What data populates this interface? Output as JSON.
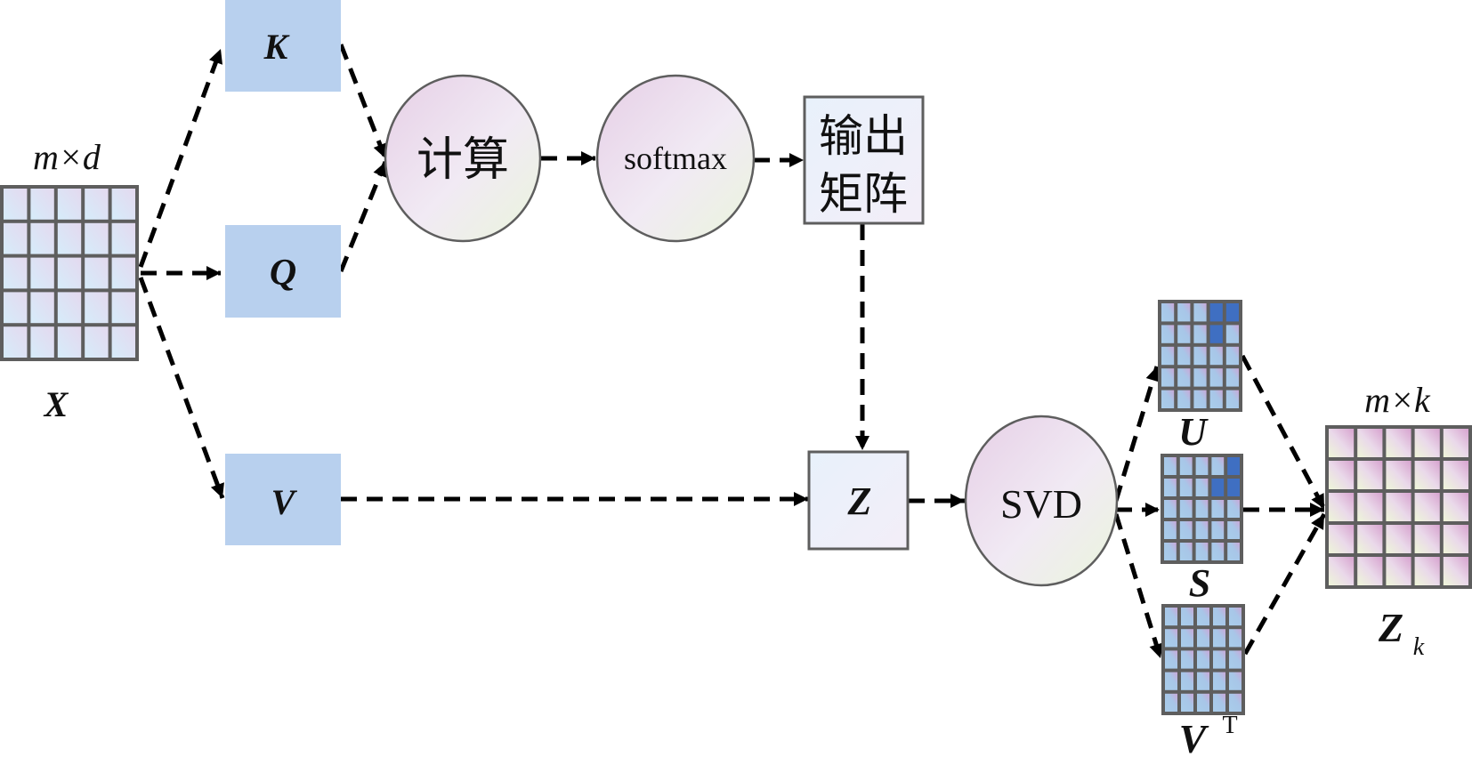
{
  "title": "Attention output low-rank compression via SVD",
  "nodes": {
    "input_matrix": {
      "label": "X",
      "dims": "m×d",
      "rows": 5,
      "cols": 5
    },
    "key": {
      "label": "K"
    },
    "query": {
      "label": "Q"
    },
    "value": {
      "label": "V"
    },
    "compute": {
      "label": "计算"
    },
    "softmax": {
      "label": "softmax"
    },
    "output_matrix": {
      "line1": "输出",
      "line2": "矩阵"
    },
    "z": {
      "label": "Z"
    },
    "svd": {
      "label": "SVD"
    },
    "u_matrix": {
      "label": "U",
      "rows": 5,
      "cols": 5,
      "highlighted_cells": [
        [
          0,
          3
        ],
        [
          0,
          4
        ],
        [
          1,
          3
        ]
      ]
    },
    "s_matrix": {
      "label": "S",
      "rows": 5,
      "cols": 5,
      "highlighted_cells": [
        [
          0,
          4
        ],
        [
          1,
          3
        ],
        [
          1,
          4
        ]
      ]
    },
    "vt_matrix": {
      "label": "V",
      "superscript": "T",
      "rows": 5,
      "cols": 5,
      "highlighted_cells": []
    },
    "zk_matrix": {
      "label": "Z",
      "subscript": "k",
      "dims": "m×k",
      "rows": 5,
      "cols": 5
    }
  },
  "edges": [
    {
      "from": "X",
      "to": "K"
    },
    {
      "from": "X",
      "to": "Q"
    },
    {
      "from": "X",
      "to": "V"
    },
    {
      "from": "K",
      "to": "计算"
    },
    {
      "from": "Q",
      "to": "计算"
    },
    {
      "from": "计算",
      "to": "softmax"
    },
    {
      "from": "softmax",
      "to": "输出矩阵"
    },
    {
      "from": "输出矩阵",
      "to": "Z"
    },
    {
      "from": "V",
      "to": "Z"
    },
    {
      "from": "Z",
      "to": "SVD"
    },
    {
      "from": "SVD",
      "to": "U"
    },
    {
      "from": "SVD",
      "to": "S"
    },
    {
      "from": "SVD",
      "to": "V^T"
    },
    {
      "from": "U",
      "to": "Z_k"
    },
    {
      "from": "S",
      "to": "Z_k"
    },
    {
      "from": "V^T",
      "to": "Z_k"
    }
  ],
  "colors": {
    "qkv_box": "#b8d0ee",
    "grid_line": "#5e5e5e",
    "highlight_cell": "#3f6fc2",
    "arrow": "#000000"
  }
}
